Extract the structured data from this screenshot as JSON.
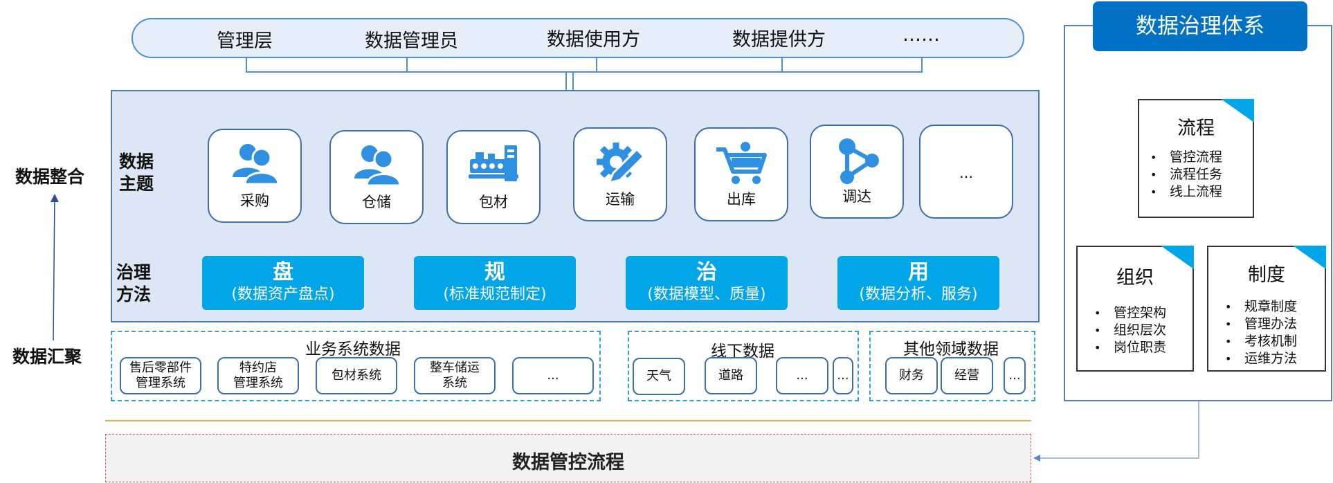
{
  "roles": [
    "管理层",
    "数据管理员",
    "数据使用方",
    "数据提供方",
    "……"
  ],
  "side_labels": {
    "integration": "数据整合",
    "aggregation": "数据汇聚",
    "topics_line1": "数据",
    "topics_line2": "主题",
    "methods_line1": "治理",
    "methods_line2": "方法"
  },
  "topics": [
    {
      "label": "采购",
      "icon": "people-icon"
    },
    {
      "label": "仓储",
      "icon": "people-icon"
    },
    {
      "label": "包材",
      "icon": "conveyor-machine-icon"
    },
    {
      "label": "运输",
      "icon": "gear-pencil-icon"
    },
    {
      "label": "出库",
      "icon": "shopping-cart-icon"
    },
    {
      "label": "调达",
      "icon": "share-nodes-icon"
    },
    {
      "label": "...",
      "icon": ""
    }
  ],
  "methods": [
    {
      "title": "盘",
      "sub": "(数据资产盘点)"
    },
    {
      "title": "规",
      "sub": "(标准规范制定)"
    },
    {
      "title": "治",
      "sub": "(数据模型、质量)"
    },
    {
      "title": "用",
      "sub": "(数据分析、服务)"
    }
  ],
  "groups": {
    "business": {
      "title": "业务系统数据",
      "items": [
        [
          "售后零部件",
          "管理系统"
        ],
        [
          "特约店",
          "管理系统"
        ],
        [
          "包材系统"
        ],
        [
          "整车储运",
          "系统"
        ],
        [
          "..."
        ]
      ]
    },
    "offline": {
      "title": "线下数据",
      "items": [
        "天气",
        "道路",
        "...",
        "..."
      ]
    },
    "other": {
      "title": "其他领域数据",
      "items": [
        "财务",
        "经营",
        "..."
      ]
    }
  },
  "control_flow": "数据管控流程",
  "governance": {
    "title": "数据治理体系",
    "process": {
      "title": "流程",
      "items": [
        "管控流程",
        "流程任务",
        "线上流程"
      ]
    },
    "organization": {
      "title": "组织",
      "items": [
        "管控架构",
        "组织层次",
        "岗位职责"
      ]
    },
    "system": {
      "title": "制度",
      "items": [
        "规章制度",
        "管理办法",
        "考核机制",
        "运维方法"
      ]
    }
  },
  "colors": {
    "accent_blue": "#00a6e8",
    "dark_blue": "#0071c5",
    "panel_fill": "#dce6f4",
    "icon_blue": "#2f8fe0"
  }
}
